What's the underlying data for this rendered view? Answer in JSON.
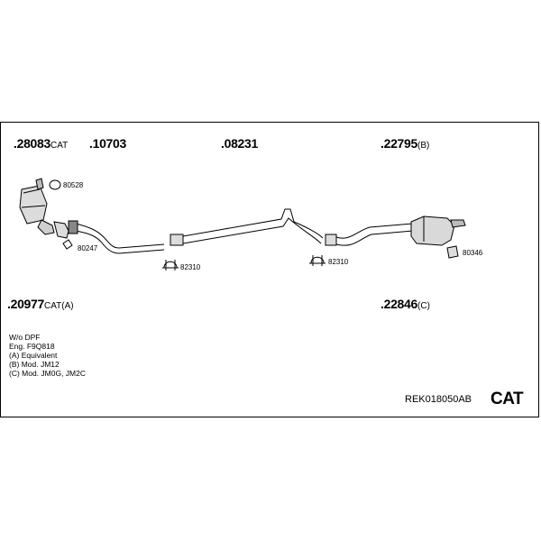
{
  "parts": {
    "p28083": {
      "number": ".28083",
      "suffix": "CAT"
    },
    "p10703": {
      "number": ".10703",
      "suffix": ""
    },
    "p08231": {
      "number": ".08231",
      "suffix": ""
    },
    "p22795": {
      "number": ".22795",
      "suffix": "(B)"
    },
    "p20977": {
      "number": ".20977",
      "suffix": "CAT(A)"
    },
    "p22846": {
      "number": ".22846",
      "suffix": "(C)"
    }
  },
  "accessories": {
    "a80528": "80528",
    "a80247": "80247",
    "a82310_left": "82310",
    "a82310_right": "82310",
    "a80346": "80346"
  },
  "notes": [
    "W/o DPF",
    "Eng. F9Q818",
    "(A) Equivalent",
    "(B) Mod. JM12",
    "(C) Mod. JM0G, JM2C"
  ],
  "reference": "REK018050AB",
  "badge": "CAT",
  "colors": {
    "line": "#000000",
    "part_fill": "#d9d9d9"
  }
}
